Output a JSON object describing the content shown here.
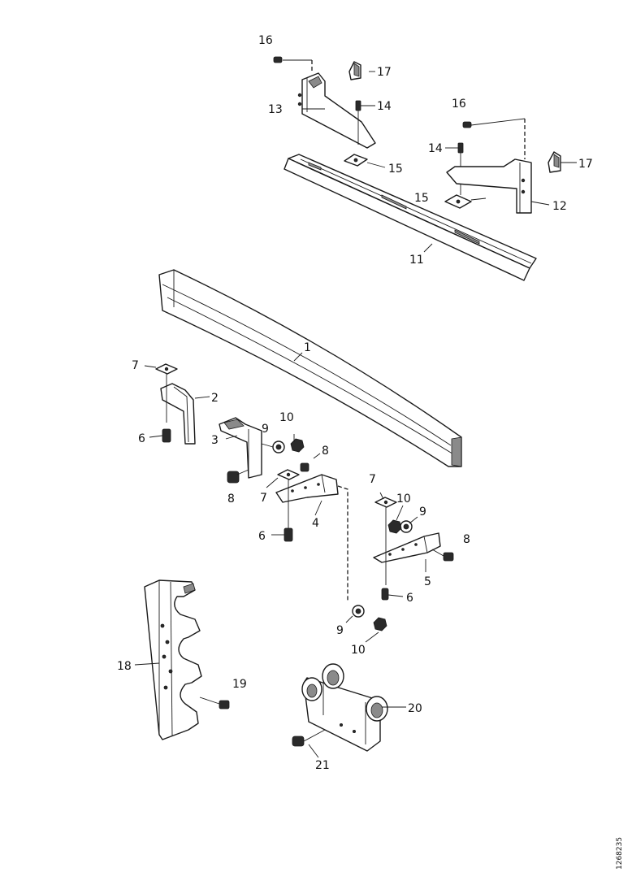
{
  "callouts": {
    "c1": "1",
    "c2": "2",
    "c3": "3",
    "c4": "4",
    "c5": "5",
    "c6a": "6",
    "c6b": "6",
    "c6c": "6",
    "c7a": "7",
    "c7b": "7",
    "c7c": "7",
    "c8a": "8",
    "c8b": "8",
    "c8c": "8",
    "c9a": "9",
    "c9b": "9",
    "c9c": "9",
    "c10a": "10",
    "c10b": "10",
    "c10c": "10",
    "c11": "11",
    "c12": "12",
    "c13": "13",
    "c14a": "14",
    "c14b": "14",
    "c15a": "15",
    "c15b": "15",
    "c16a": "16",
    "c16b": "16",
    "c17a": "17",
    "c17b": "17",
    "c18": "18",
    "c19": "19",
    "c20": "20",
    "c21": "21"
  },
  "document_id": "1268235"
}
